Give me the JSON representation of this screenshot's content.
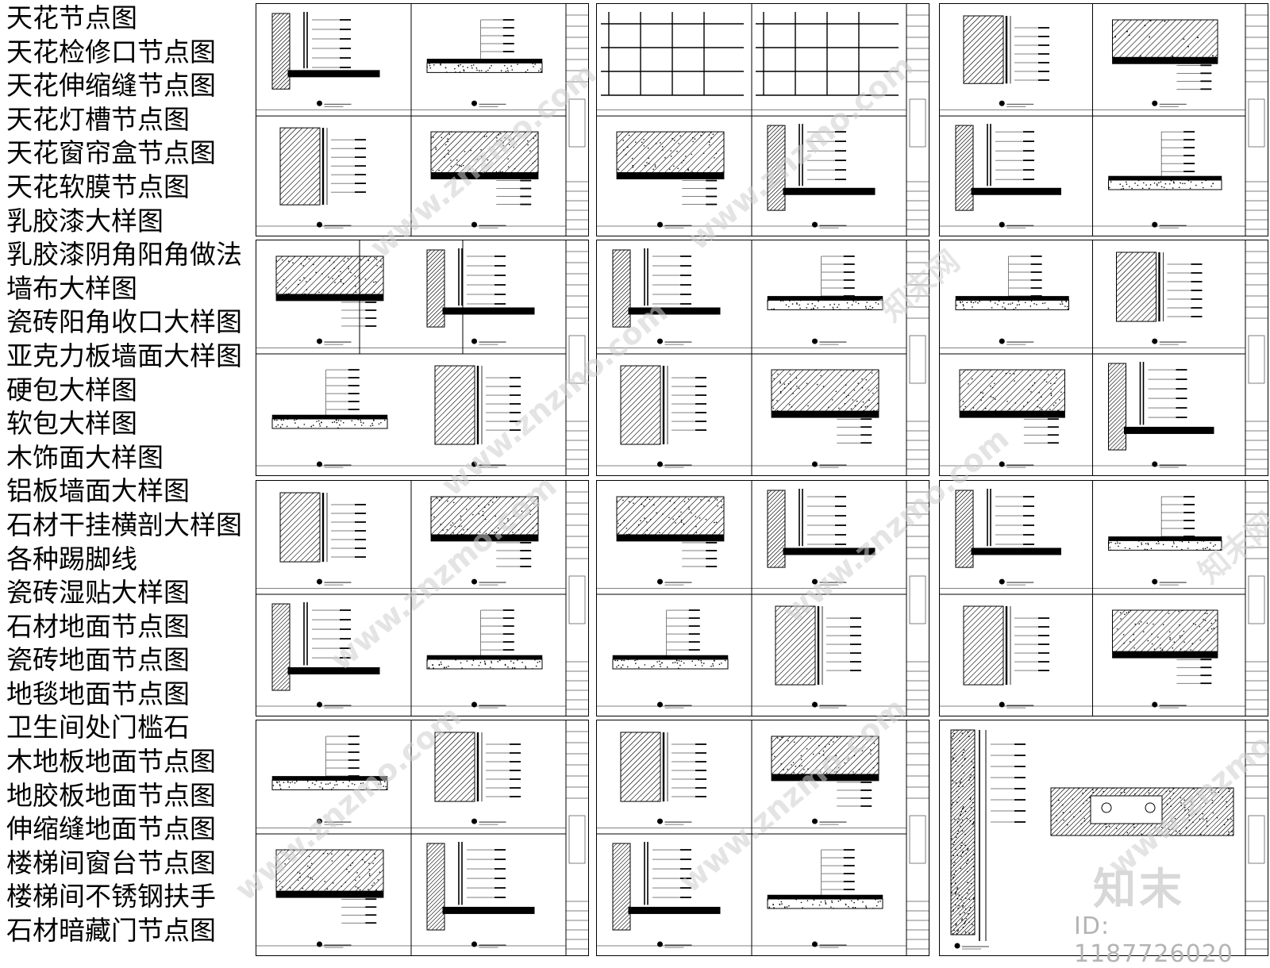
{
  "drawing_list": [
    "天花节点图",
    "天花检修口节点图",
    "天花伸缩缝节点图",
    "天花灯槽节点图",
    "天花窗帘盒节点图",
    "天花软膜节点图",
    "乳胶漆大样图",
    "乳胶漆阴角阳角做法",
    "墙布大样图",
    "瓷砖阳角收口大样图",
    "亚克力板墙面大样图",
    "硬包大样图",
    "软包大样图",
    "木饰面大样图",
    "铝板墙面大样图",
    "石材干挂横剖大样图",
    "各种踢脚线",
    "瓷砖湿贴大样图",
    "石材地面节点图",
    "瓷砖地面节点图",
    "地毯地面节点图",
    "卫生间处门槛石",
    "木地板地面节点图",
    "地胶板地面节点图",
    "伸缩缝地面节点图",
    "楼梯间窗台节点图",
    "楼梯间不锈钢扶手",
    "石材暗藏门节点图"
  ],
  "watermarks": [
    "www.znzmo.com",
    "知末网"
  ],
  "brand": "知末",
  "image_id": "ID: 1187726020"
}
